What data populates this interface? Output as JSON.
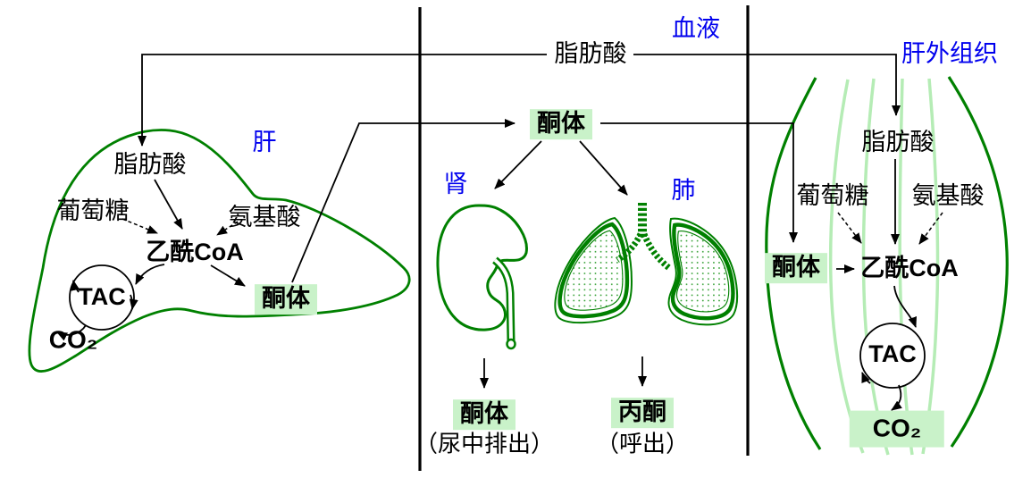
{
  "colors": {
    "organ_green": "#008000",
    "muscle_fiber_light_green": "#b5ecb5",
    "highlight_box_green": "#c9f2c9",
    "region_label_blue": "#0000ee",
    "line_black": "#000000",
    "lung_dot_green": "#2f9e2f"
  },
  "sections": {
    "liver": {
      "region_label": "肝",
      "fatty_acid": "脂肪酸",
      "glucose": "葡萄糖",
      "amino_acid": "氨基酸",
      "acetyl_coa": "乙酰CoA",
      "cycle": "TAC",
      "co2": "CO₂",
      "ketone": "酮体"
    },
    "blood": {
      "region_label": "血液",
      "fatty_acid": "脂肪酸",
      "ketone": "酮体",
      "kidney": {
        "label": "肾",
        "product": "酮体",
        "note": "（尿中排出）"
      },
      "lung": {
        "label": "肺",
        "product": "丙酮",
        "note": "（呼出）"
      }
    },
    "extrahepatic": {
      "region_label": "肝外组织",
      "fatty_acid": "脂肪酸",
      "glucose": "葡萄糖",
      "amino_acid": "氨基酸",
      "ketone": "酮体",
      "acetyl_coa": "乙酰CoA",
      "cycle": "TAC",
      "co2": "CO₂"
    }
  }
}
